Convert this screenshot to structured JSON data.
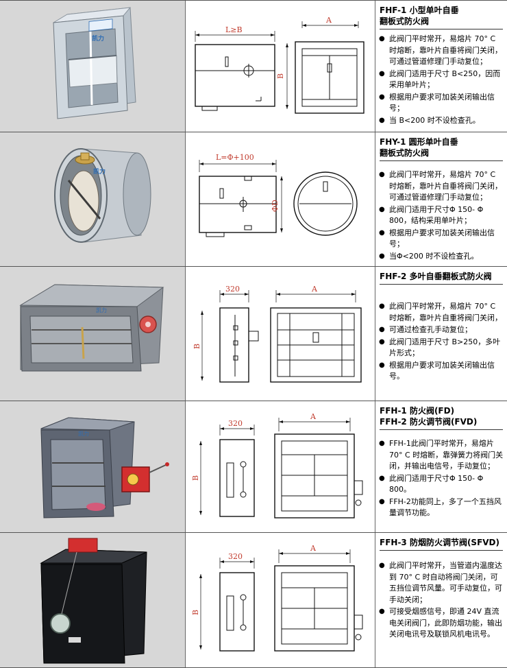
{
  "products": [
    {
      "title_lines": [
        "FHF-1 小型单叶自垂",
        "翻板式防火阀"
      ],
      "drawing_labels": [
        "L≥B",
        "A",
        "B"
      ],
      "bullets": [
        "此阀门平时常开，易熔片 70° C 时熔断，靠叶片自垂将阀门关闭，可通过管道修理门手动复位；",
        "此阀门适用于尺寸 B<250，因而采用单叶片；",
        "根据用户要求可加装关闭输出信号；",
        "当 B<200 时不设检查孔。"
      ]
    },
    {
      "title_lines": [
        "FHY-1 圆形单叶自垂",
        "翻板式防火阀"
      ],
      "drawing_labels": [
        "L=Φ+100",
        "ΦD"
      ],
      "bullets": [
        "此阀门平时常开，易熔片 70° C 时熔断，靠叶片自垂将阀门关闭，可通过管道修理门手动复位；",
        "此阀门适用于尺寸Φ 150- Φ 800，结构采用单叶片；",
        "根据用户要求可加装关闭输出信号；",
        "当Φ<200 时不设检查孔。"
      ]
    },
    {
      "title_lines": [
        "FHF-2 多叶自垂翻板式防火阀"
      ],
      "drawing_labels": [
        "320",
        "A",
        "B"
      ],
      "bullets": [
        "此阀门平时常开，易熔片 70° C 时熔断，靠叶片自重将阀门关闭，",
        "可通过检查孔手动复位；",
        "此阀门适用于尺寸 B>250，多叶片形式；",
        "根据用户要求可加装关闭输出信号。"
      ]
    },
    {
      "title_lines": [
        "FFH-1 防火阀(FD)",
        "FFH-2 防火调节阀(FVD)"
      ],
      "drawing_labels": [
        "320",
        "A",
        "B"
      ],
      "bullets": [
        "FFH-1此阀门平时常开，易熔片 70° C 时熔断，靠弹簧力将阀门关闭，并输出电信号，手动复位；",
        "此阀门适用于尺寸Φ 150- Φ 800。",
        "FFH-2功能同上，多了一个五挡风量调节功能。"
      ]
    },
    {
      "title_lines": [
        "FFH-3 防烟防火调节阀(SFVD)"
      ],
      "drawing_labels": [
        "320",
        "A",
        "B"
      ],
      "bullets": [
        "此阀门平时常开，当管道内温度达到 70° C 时自动将阀门关闭，可五挡位调节风量。可手动复位，可手动关闭；",
        "可接受烟感信号，即通 24V 直流电关闭阀门，此即防烟功能，输出关闭电讯号及联锁风机电讯号。"
      ]
    }
  ],
  "brand_marks": [
    "凯力",
    "凯力",
    "凯力",
    "凯力"
  ],
  "colors": {
    "dim_text": "#c0392b",
    "photo_bg": "#d7d7d7",
    "actuator_red": "#d32f2f"
  }
}
